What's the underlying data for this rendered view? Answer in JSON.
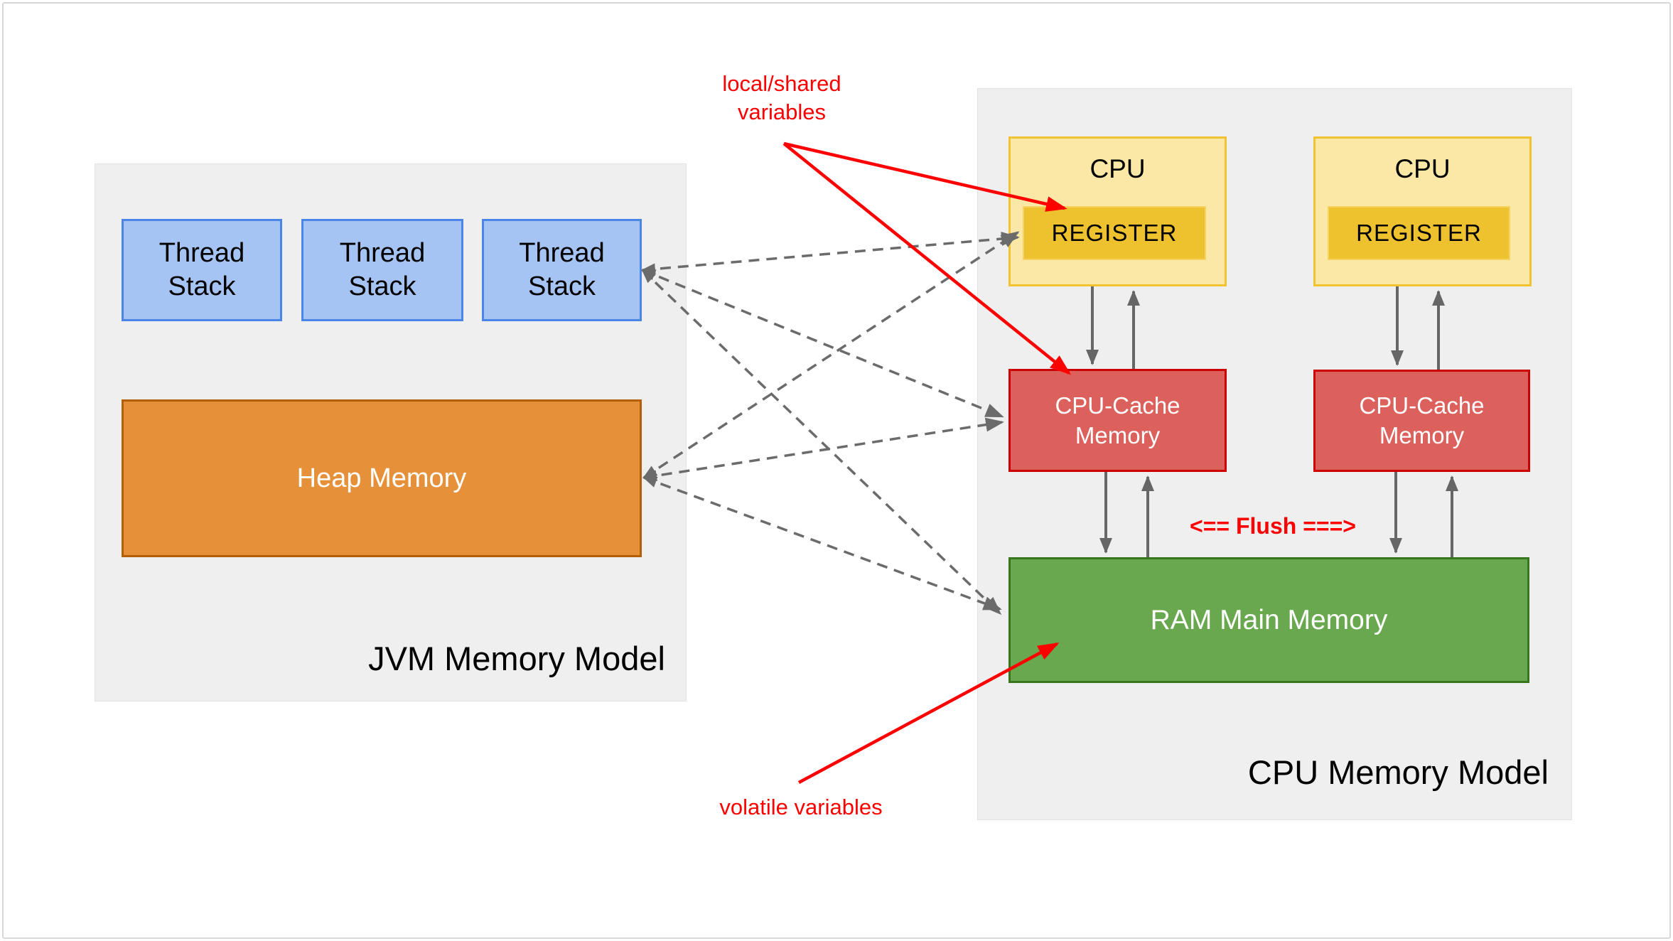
{
  "jvm_panel": {
    "label": "JVM Memory Model",
    "bg": "#efefef"
  },
  "thread_stacks": [
    {
      "label": "Thread\nStack"
    },
    {
      "label": "Thread\nStack"
    },
    {
      "label": "Thread\nStack"
    }
  ],
  "heap": {
    "label": "Heap Memory",
    "fill": "#e6913a",
    "border": "#b45f06"
  },
  "cpu_panel": {
    "label": "CPU Memory Model",
    "bg": "#efefef"
  },
  "cpus": [
    {
      "label": "CPU",
      "register": "REGISTER"
    },
    {
      "label": "CPU",
      "register": "REGISTER"
    }
  ],
  "caches": [
    {
      "label": "CPU-Cache\nMemory"
    },
    {
      "label": "CPU-Cache\nMemory"
    }
  ],
  "ram": {
    "label": "RAM Main Memory",
    "fill": "#69a84f",
    "border": "#38761d"
  },
  "annotations": {
    "local_shared": "local/shared\nvariables",
    "volatile_vars": "volatile variables",
    "flush": "<== Flush ===>",
    "color": "#ff0000"
  },
  "colors": {
    "thread_stack_fill": "#a5c3f3",
    "thread_stack_border": "#4a86e8",
    "cpu_fill": "#fce8a6",
    "cpu_border": "#f1c232",
    "register_fill": "#eec22e",
    "cache_fill": "#dc605c",
    "cache_border": "#cc0000",
    "arrow_gray": "#666666",
    "panel_gray": "#efefef"
  }
}
